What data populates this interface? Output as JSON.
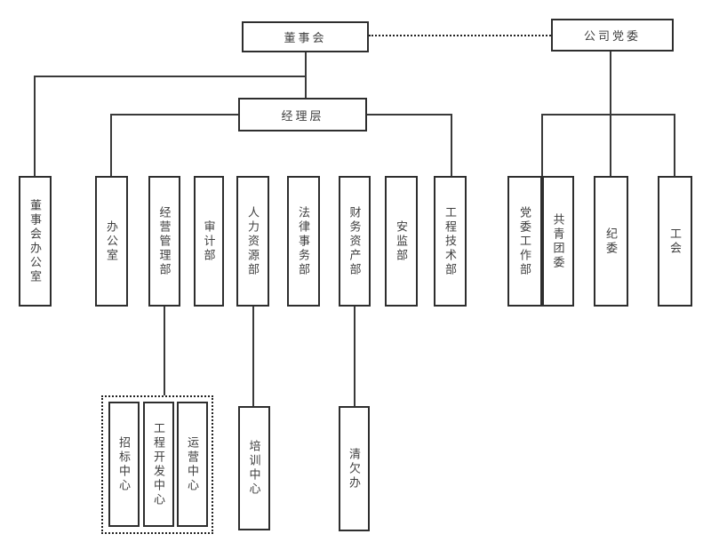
{
  "diagram": {
    "type": "org-chart",
    "colors": {
      "background": "#ffffff",
      "box_border": "#2e2e2e",
      "connector_line": "#3a3a3a",
      "text": "#3f3f3f",
      "dotted_group_border": "#222222"
    },
    "nodes": {
      "board": {
        "label": "董事会"
      },
      "party_committee": {
        "label": "公司党委"
      },
      "management": {
        "label": "经理层"
      },
      "board_office": {
        "label": "董事会办公室"
      },
      "office": {
        "label": "办公室"
      },
      "business_mgmt": {
        "label": "经营管理部"
      },
      "audit": {
        "label": "审计部"
      },
      "hr": {
        "label": "人力资源部"
      },
      "legal": {
        "label": "法律事务部"
      },
      "finance": {
        "label": "财务资产部"
      },
      "safety": {
        "label": "安监部"
      },
      "engineering": {
        "label": "工程技术部"
      },
      "party_work": {
        "label": "党委工作部"
      },
      "youth_league": {
        "label": "共青团委"
      },
      "discipline": {
        "label": "纪委"
      },
      "labor_union": {
        "label": "工会"
      },
      "bidding_center": {
        "label": "招标中心"
      },
      "eng_dev_center": {
        "label": "工程开发中心"
      },
      "operations_center": {
        "label": "运营中心"
      },
      "training_center": {
        "label": "培训中心"
      },
      "debt_clearing_office": {
        "label": "清欠办"
      }
    },
    "edges": [
      {
        "from": "board",
        "to": "management",
        "style": "solid"
      },
      {
        "from": "board",
        "to": "board_office",
        "style": "solid"
      },
      {
        "from": "board",
        "to": "party_committee",
        "style": "dotted"
      },
      {
        "from": "management",
        "to": "office",
        "style": "solid"
      },
      {
        "from": "management",
        "to": "engineering",
        "style": "solid"
      },
      {
        "from": "party_committee",
        "to": "party_work",
        "style": "solid"
      },
      {
        "from": "party_committee",
        "to": "youth_league",
        "style": "solid"
      },
      {
        "from": "party_committee",
        "to": "discipline",
        "style": "solid"
      },
      {
        "from": "party_committee",
        "to": "labor_union",
        "style": "solid"
      },
      {
        "from": "business_mgmt",
        "to": "centers_group",
        "style": "solid"
      },
      {
        "from": "hr",
        "to": "training_center",
        "style": "solid"
      },
      {
        "from": "finance",
        "to": "debt_clearing_office",
        "style": "solid"
      }
    ],
    "groups": {
      "centers_group": {
        "style": "dotted",
        "members": [
          "bidding_center",
          "eng_dev_center",
          "operations_center"
        ]
      }
    }
  }
}
